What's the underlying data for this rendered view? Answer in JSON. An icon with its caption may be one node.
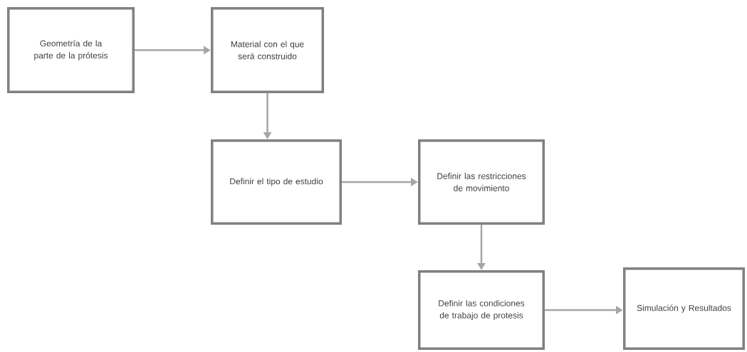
{
  "diagram": {
    "nodes": [
      {
        "text": [
          "Geometría de la parte de la prótesis"
        ]
      },
      {
        "text": [
          "Material con el que será construido"
        ]
      },
      {
        "text": [
          "Definir el tipo de estudio"
        ]
      },
      {
        "text": [
          "Definir las restricciones de movimiento"
        ]
      },
      {
        "text": [
          "Definir las condiciones de trabajo de protesis"
        ]
      },
      {
        "text": [
          "Simulación y Resultados"
        ]
      }
    ],
    "edges": [
      {
        "from": 0,
        "to": 1,
        "arrow": "to"
      },
      {
        "from": 1,
        "to": 2,
        "arrow": "to"
      },
      {
        "from": 2,
        "to": 3,
        "arrow": "to"
      },
      {
        "from": 3,
        "to": 4,
        "arrow": "to"
      },
      {
        "from": 4,
        "to": 5,
        "arrow": "to"
      }
    ]
  }
}
